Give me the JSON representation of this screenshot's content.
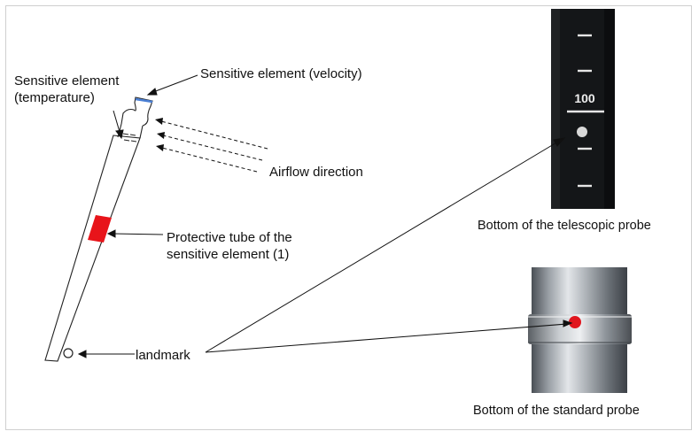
{
  "labels": {
    "sensitive_temperature": [
      "Sensitive element",
      "(temperature)"
    ],
    "sensitive_velocity": "Sensitive element (velocity)",
    "airflow_direction": "Airflow direction",
    "protective_tube": [
      "Protective tube of the",
      "sensitive element (1)"
    ],
    "landmark": "landmark"
  },
  "photos": {
    "telescopic": {
      "caption": "Bottom of the telescopic  probe",
      "scale_number": "100"
    },
    "standard": {
      "caption": "Bottom of the standard probe"
    }
  },
  "colors": {
    "protective_tube": "#e8141a",
    "velocity_element": "#4a7fd4",
    "standard_marker": "#e0161e"
  }
}
